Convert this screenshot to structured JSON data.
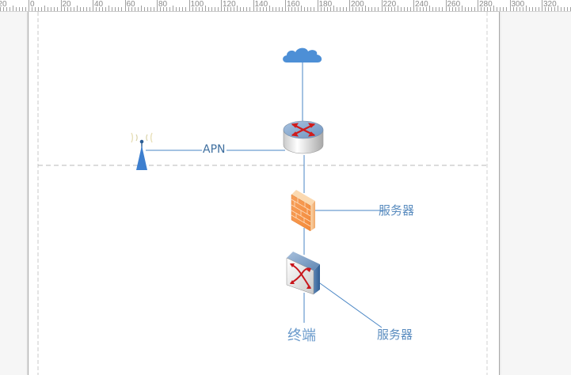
{
  "ruler": {
    "unit_labels": [
      "20",
      "0",
      "20",
      "40",
      "60",
      "80",
      "100",
      "120",
      "140",
      "160",
      "180",
      "200",
      "220",
      "240",
      "260",
      "280",
      "300",
      "320",
      "3"
    ]
  },
  "diagram": {
    "nodes": [
      {
        "id": "cloud",
        "type": "cloud-icon",
        "label": ""
      },
      {
        "id": "router",
        "type": "router-icon",
        "label": ""
      },
      {
        "id": "antenna",
        "type": "antenna-icon",
        "label": ""
      },
      {
        "id": "firewall",
        "type": "firewall-icon",
        "label": ""
      },
      {
        "id": "switch",
        "type": "switch-icon",
        "label": ""
      }
    ],
    "edges": [
      {
        "from": "cloud",
        "to": "router",
        "label": ""
      },
      {
        "from": "antenna",
        "to": "router",
        "label": "APN"
      },
      {
        "from": "router",
        "to": "firewall",
        "label": ""
      },
      {
        "from": "firewall",
        "to": "server-1",
        "label": ""
      },
      {
        "from": "firewall",
        "to": "switch",
        "label": ""
      },
      {
        "from": "switch",
        "to": "terminal",
        "label": ""
      },
      {
        "from": "switch",
        "to": "server-2",
        "label": ""
      }
    ],
    "labels": {
      "apn": "APN",
      "server_1": "服务器",
      "server_2": "服务器",
      "terminal": "终端"
    }
  },
  "colors": {
    "line": "#4a86c5",
    "label": "#4a7fb5",
    "cloud": "#4d8fd6",
    "antenna": "#3d7fcf",
    "guide": "#bdbdbd"
  }
}
